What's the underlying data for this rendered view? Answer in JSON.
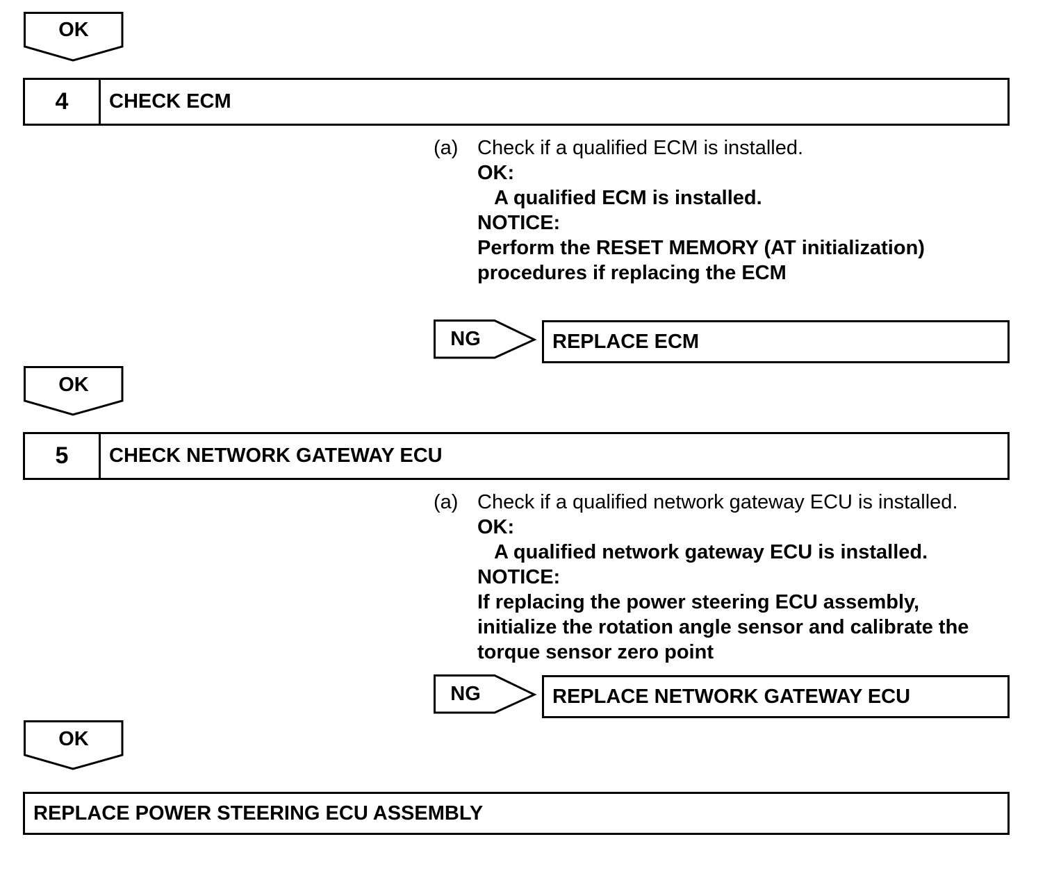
{
  "flow": {
    "ok_top": "OK",
    "step4": {
      "number": "4",
      "title": "CHECK ECM",
      "index": "(a)",
      "instruction": "Check if a qualified ECM is installed.",
      "ok_label": "OK:",
      "ok_text": "A qualified ECM is installed.",
      "notice_label": "NOTICE:",
      "notice_lines": [
        "Perform the RESET MEMORY (AT initialization)",
        "procedures if replacing the ECM"
      ],
      "ng_label": "NG",
      "ng_action": "REPLACE ECM"
    },
    "ok_after_4": "OK",
    "step5": {
      "number": "5",
      "title": "CHECK NETWORK GATEWAY ECU",
      "index": "(a)",
      "instruction": "Check if a qualified network gateway ECU is installed.",
      "ok_label": "OK:",
      "ok_text": "A qualified network gateway ECU is installed.",
      "notice_label": "NOTICE:",
      "notice_lines": [
        "If replacing the power steering ECU assembly,",
        "initialize the rotation angle sensor and calibrate the",
        "torque sensor zero point"
      ],
      "ng_label": "NG",
      "ng_action": "REPLACE NETWORK GATEWAY ECU"
    },
    "ok_after_5": "OK",
    "final_action": "REPLACE POWER STEERING ECU ASSEMBLY"
  }
}
